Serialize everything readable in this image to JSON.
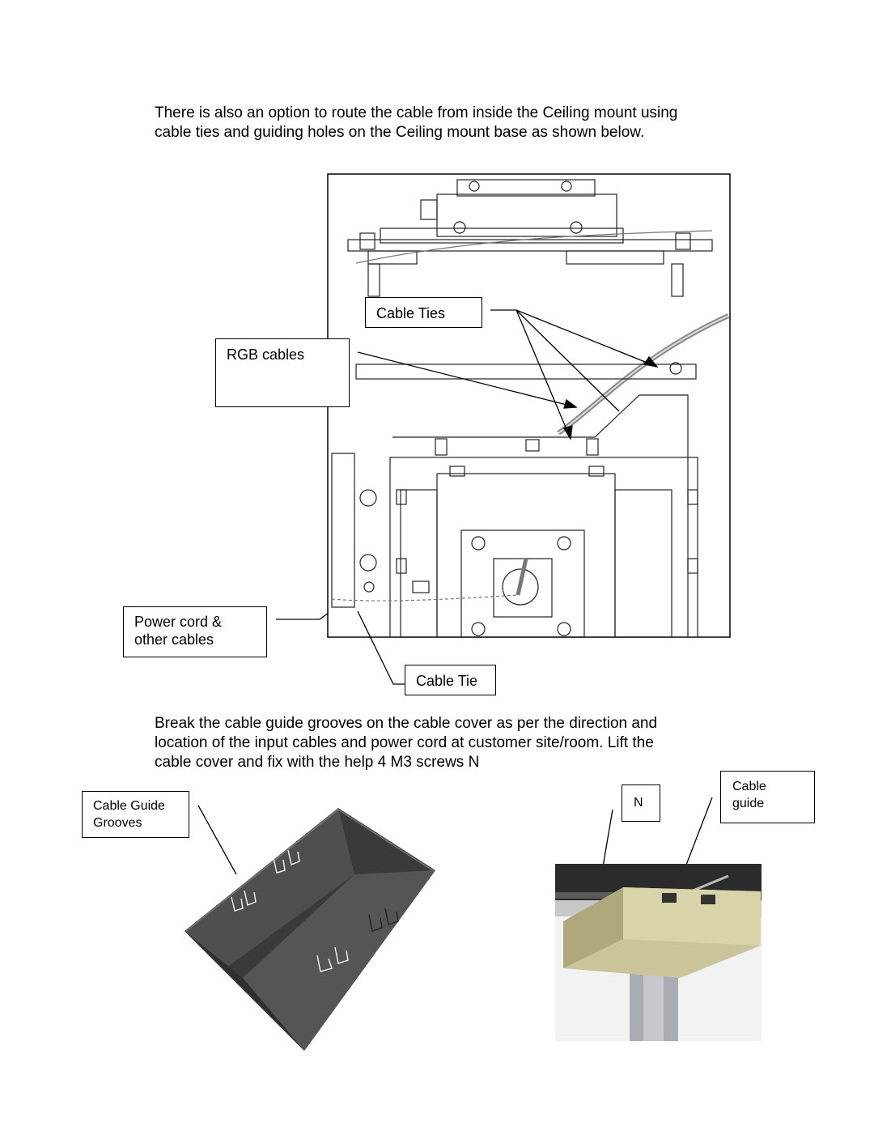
{
  "intro": {
    "lines": [
      "There is also an option to route the cable from inside the Ceiling mount using",
      "cable ties and guiding holes on the Ceiling mount base as shown below."
    ]
  },
  "diagram1": {
    "labels": {
      "cable_ties": "Cable Ties",
      "rgb_cables": "RGB cables",
      "power_cord_line1": "Power cord &",
      "power_cord_line2": "other cables",
      "cable_tie": "Cable Tie"
    }
  },
  "instructions": {
    "lines": [
      "Break the cable guide grooves on the cable cover as per the direction and",
      "location of the input cables and power cord at customer site/room. Lift the",
      "cable cover and fix with the help 4 M3 screws  N"
    ]
  },
  "diagram2": {
    "labels": {
      "grooves_line1": "Cable Guide",
      "grooves_line2": "Grooves",
      "n_marker": "N",
      "cable_guide_line1": "Cable",
      "cable_guide_line2": "guide"
    }
  },
  "colors": {
    "cover_dark": "#4d4d4d",
    "cover_top": "#5a5a5a",
    "photo_metal": "#c9c49a",
    "photo_ceiling": "#2b2b2b",
    "photo_pole": "#a9adb2"
  }
}
